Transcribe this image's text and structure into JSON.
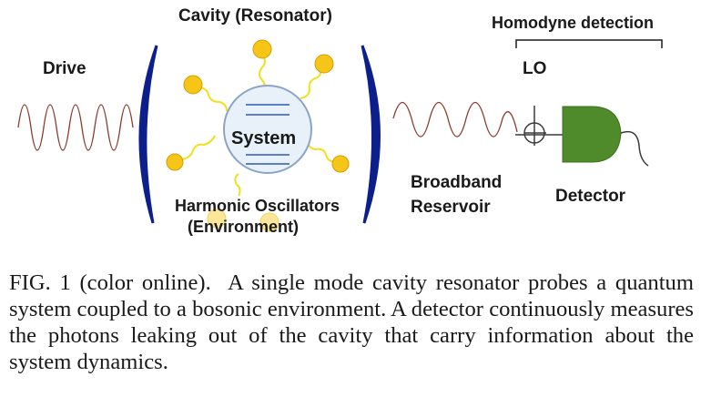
{
  "labels": {
    "drive": "Drive",
    "cavity": "Cavity (Resonator)",
    "system": "System",
    "oscillators_line1": "Harmonic Oscillators",
    "oscillators_line2": "(Environment)",
    "broadband_line1": "Broadband",
    "broadband_line2": "Reservoir",
    "homodyne": "Homodyne detection",
    "lo": "LO",
    "detector": "Detector"
  },
  "caption": {
    "figure_label": "FIG. 1 (color online).",
    "text": "A single mode cavity resonator probes a quantum system coupled to a bosonic environment. A detector continuously measures the photons leaking out of the cavity that carry information about the system dynamics."
  },
  "colors": {
    "mirror": "#0d1f8c",
    "wave": "#8a3b2c",
    "oscillator_ball": "#f5c518",
    "spring": "#f0e020",
    "system_fill": "#e8f0fa",
    "system_lines": "#5b7fc4",
    "detector": "#4f8a2b"
  },
  "icons": [
    "mirror-icon",
    "detector-icon",
    "beam-splitter-icon",
    "oscillator-icon"
  ]
}
